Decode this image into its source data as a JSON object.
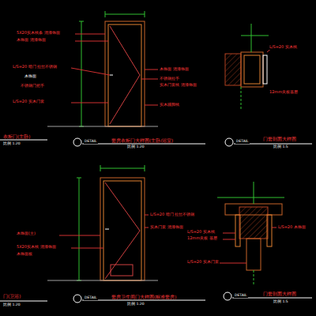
{
  "diagram": {
    "labels": [
      "5X20实木线条 清漆饰面",
      "木饰面 清漆饰面",
      "L/S=20 暗门 拉丝不锈钢",
      "木饰面",
      "不锈钢门把手",
      "L/S=20 实木门套",
      "衣柜门(主卧)",
      "比例 1:20",
      "木饰面 清漆饰面",
      "不锈钢拉手",
      "实木门套线 清漆饰面",
      "实木踢脚线",
      "DETAIL",
      "套房衣柜门大样图(主卧/浴室)",
      "比例 1:20",
      "L/S=20 实木线",
      "12mm夹板基层",
      "DETAIL",
      "门套剖面大样图",
      "比例 1:5",
      "木饰面(主)",
      "5X20实木线 清漆饰面",
      "木饰面板",
      "门(卫浴)",
      "比例 1:20",
      "L/S=20 暗门 拉丝不锈钢",
      "实木门套 清漆饰面",
      "DETAIL",
      "套房卫生间门大样图(标准套房)",
      "比例 1:20",
      "L/S=20 实木线",
      "12mm夹板 基层",
      "L/S=20 木饰面",
      "L/S=20 实木门套",
      "DETAIL",
      "门套剖面大样图",
      "比例 1:5"
    ]
  }
}
